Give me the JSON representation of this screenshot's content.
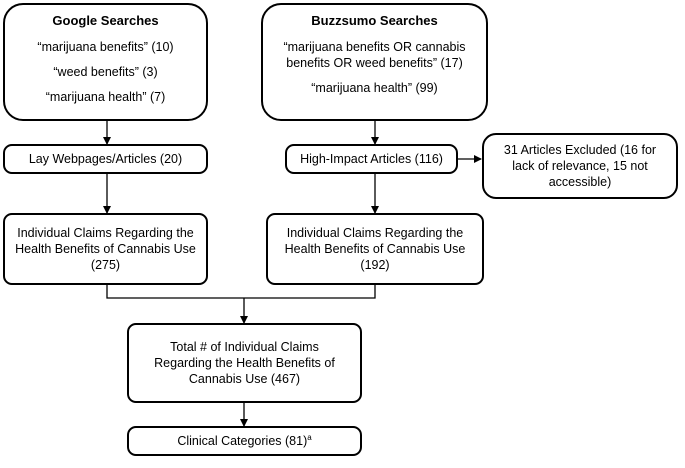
{
  "google": {
    "title": "Google Searches",
    "queries": [
      "“marijuana benefits” (10)",
      "“weed benefits” (3)",
      "“marijuana health” (7)"
    ]
  },
  "buzzsumo": {
    "title": "Buzzsumo Searches",
    "query1_line1": "“marijuana benefits OR cannabis",
    "query1_line2": "benefits OR weed benefits” (17)",
    "query2": "“marijuana health” (99)"
  },
  "lay": {
    "label": "Lay Webpages/Articles (20)"
  },
  "high": {
    "label": "High-Impact Articles (116)"
  },
  "excluded": {
    "line1": "31 Articles Excluded (16 for",
    "line2": "lack of relevance, 15 not",
    "line3": "accessible)"
  },
  "claims_left": {
    "line1": "Individual Claims Regarding the",
    "line2": "Health Benefits of Cannabis Use",
    "line3": "(275)"
  },
  "claims_right": {
    "line1": "Individual Claims Regarding the",
    "line2": "Health Benefits of Cannabis Use",
    "line3": "(192)"
  },
  "total": {
    "line1": "Total # of Individual Claims",
    "line2": "Regarding the Health Benefits of",
    "line3": "Cannabis Use (467)"
  },
  "clinical": {
    "label": "Clinical Categories (81)",
    "note_mark": "a"
  }
}
